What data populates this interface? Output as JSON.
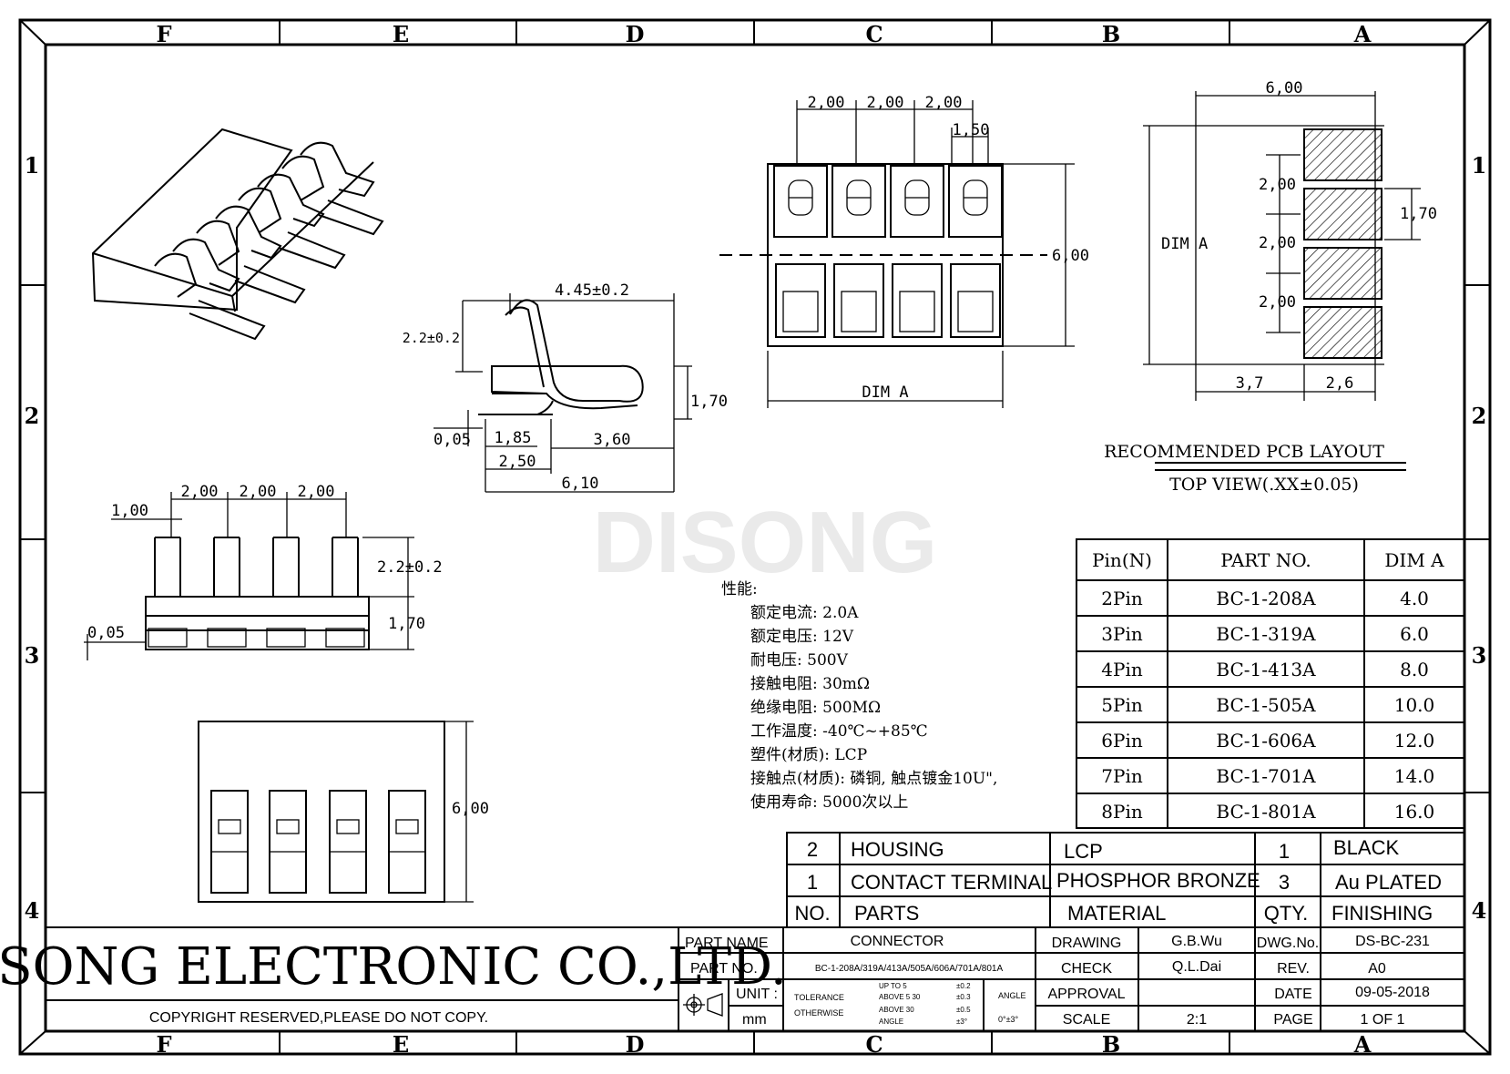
{
  "zones": {
    "columns": [
      "F",
      "E",
      "D",
      "C",
      "B",
      "A"
    ],
    "rows": [
      "1",
      "2",
      "3",
      "4"
    ]
  },
  "watermark": "DISONG",
  "dimensions": {
    "pitch": "2,00",
    "pin_width_top": "1,50",
    "body_depth": "6,00",
    "dim_a": "DIM A",
    "terminal_length": "4.45±0.2",
    "terminal_height": "2.2±0.2",
    "terminal_height_side": "2.2±0.2",
    "body_height": "1,70",
    "gap": "0,05",
    "d185": "1,85",
    "d250": "2,50",
    "d360": "3,60",
    "d610": "6,10",
    "d100": "1,00",
    "pcb_width": "6,00",
    "pcb_pad": "1,70",
    "pcb_37": "3,7",
    "pcb_26": "2,6",
    "pcb_dim_a": "DIM A"
  },
  "pcb_layout": {
    "title": "RECOMMENDED PCB LAYOUT",
    "subtitle": "TOP VIEW(.XX±0.05)"
  },
  "specs": {
    "heading": "性能:",
    "lines": [
      "额定电流: 2.0A",
      "额定电压: 12V",
      "耐电压: 500V",
      "接触电阻: 30mΩ",
      "绝缘电阻: 500MΩ",
      "工作温度: -40℃~+85℃",
      "塑件(材质): LCP",
      "接触点(材质): 磷铜, 触点镀金10U\",",
      "使用寿命: 5000次以上"
    ]
  },
  "part_table": {
    "headers": [
      "Pin(N)",
      "PART NO.",
      "DIM A"
    ],
    "rows": [
      [
        "2Pin",
        "BC-1-208A",
        "4.0"
      ],
      [
        "3Pin",
        "BC-1-319A",
        "6.0"
      ],
      [
        "4Pin",
        "BC-1-413A",
        "8.0"
      ],
      [
        "5Pin",
        "BC-1-505A",
        "10.0"
      ],
      [
        "6Pin",
        "BC-1-606A",
        "12.0"
      ],
      [
        "7Pin",
        "BC-1-701A",
        "14.0"
      ],
      [
        "8Pin",
        "BC-1-801A",
        "16.0"
      ]
    ]
  },
  "bom": {
    "rows": [
      [
        "2",
        "HOUSING",
        "LCP",
        "1",
        "BLACK"
      ],
      [
        "1",
        "CONTACT TERMINAL",
        "PHOSPHOR BRONZE",
        "3",
        "Au PLATED"
      ]
    ],
    "headers": [
      "NO.",
      "PARTS",
      "MATERIAL",
      "QTY.",
      "FINISHING"
    ]
  },
  "title_block": {
    "company": "DISONG ELECTRONIC CO.,LTD.",
    "copyright": "COPYRIGHT RESERVED,PLEASE DO NOT COPY.",
    "part_name_label": "PART NAME",
    "part_name": "CONNECTOR",
    "part_no_label": "PART NO.",
    "part_no": "BC-1-208A/319A/413A/505A/606A/701A/801A",
    "unit_label": "UNIT :",
    "unit": "mm",
    "tolerance_label": "TOLERANCE",
    "otherwise_label": "OTHERWISE",
    "tol_rows": [
      [
        "UP TO 5",
        "±0.2"
      ],
      [
        "ABOVE 5 30",
        "±0.3"
      ],
      [
        "ABOVE 30",
        "±0.5"
      ],
      [
        "ANGLE",
        "±3°"
      ]
    ],
    "angle_label": "ANGLE",
    "angle_value": "0°±3°",
    "drawing_label": "DRAWING",
    "drawing": "G.B.Wu",
    "check_label": "CHECK",
    "check": "Q.L.Dai",
    "approval_label": "APPROVAL",
    "approval": "",
    "scale_label": "SCALE",
    "scale": "2:1",
    "dwg_no_label": "DWG.No.",
    "dwg_no": "DS-BC-231",
    "rev_label": "REV.",
    "rev": "A0",
    "date_label": "DATE",
    "date": "09-05-2018",
    "page_label": "PAGE",
    "page": "1 OF 1"
  }
}
